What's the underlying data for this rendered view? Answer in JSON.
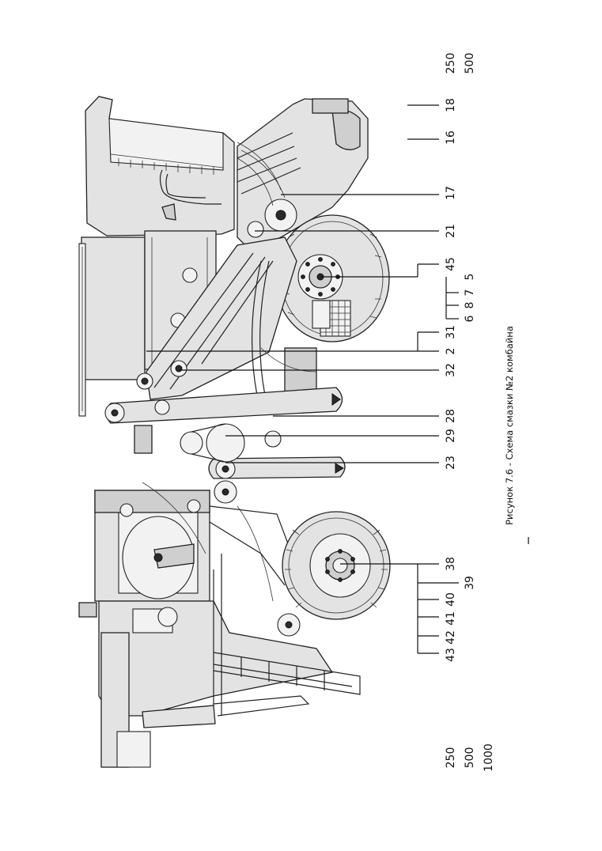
{
  "figure": {
    "caption": "Рисунок 7.6 - Схема смазки №2 комбайна"
  },
  "intervals": {
    "top": [
      "250",
      "500"
    ],
    "bottom": [
      "250",
      "500",
      "1000"
    ]
  },
  "callouts": {
    "p18": "18",
    "p16": "16",
    "p17": "17",
    "p21": "21",
    "p45": "45",
    "p5": "5",
    "p7": "7",
    "p8": "8",
    "p6": "6",
    "p31": "31",
    "p2": "2",
    "p32": "32",
    "p28": "28",
    "p29": "29",
    "p23": "23",
    "p38": "38",
    "p39": "39",
    "p40": "40",
    "p41": "41",
    "p42": "42",
    "p43": "43"
  }
}
